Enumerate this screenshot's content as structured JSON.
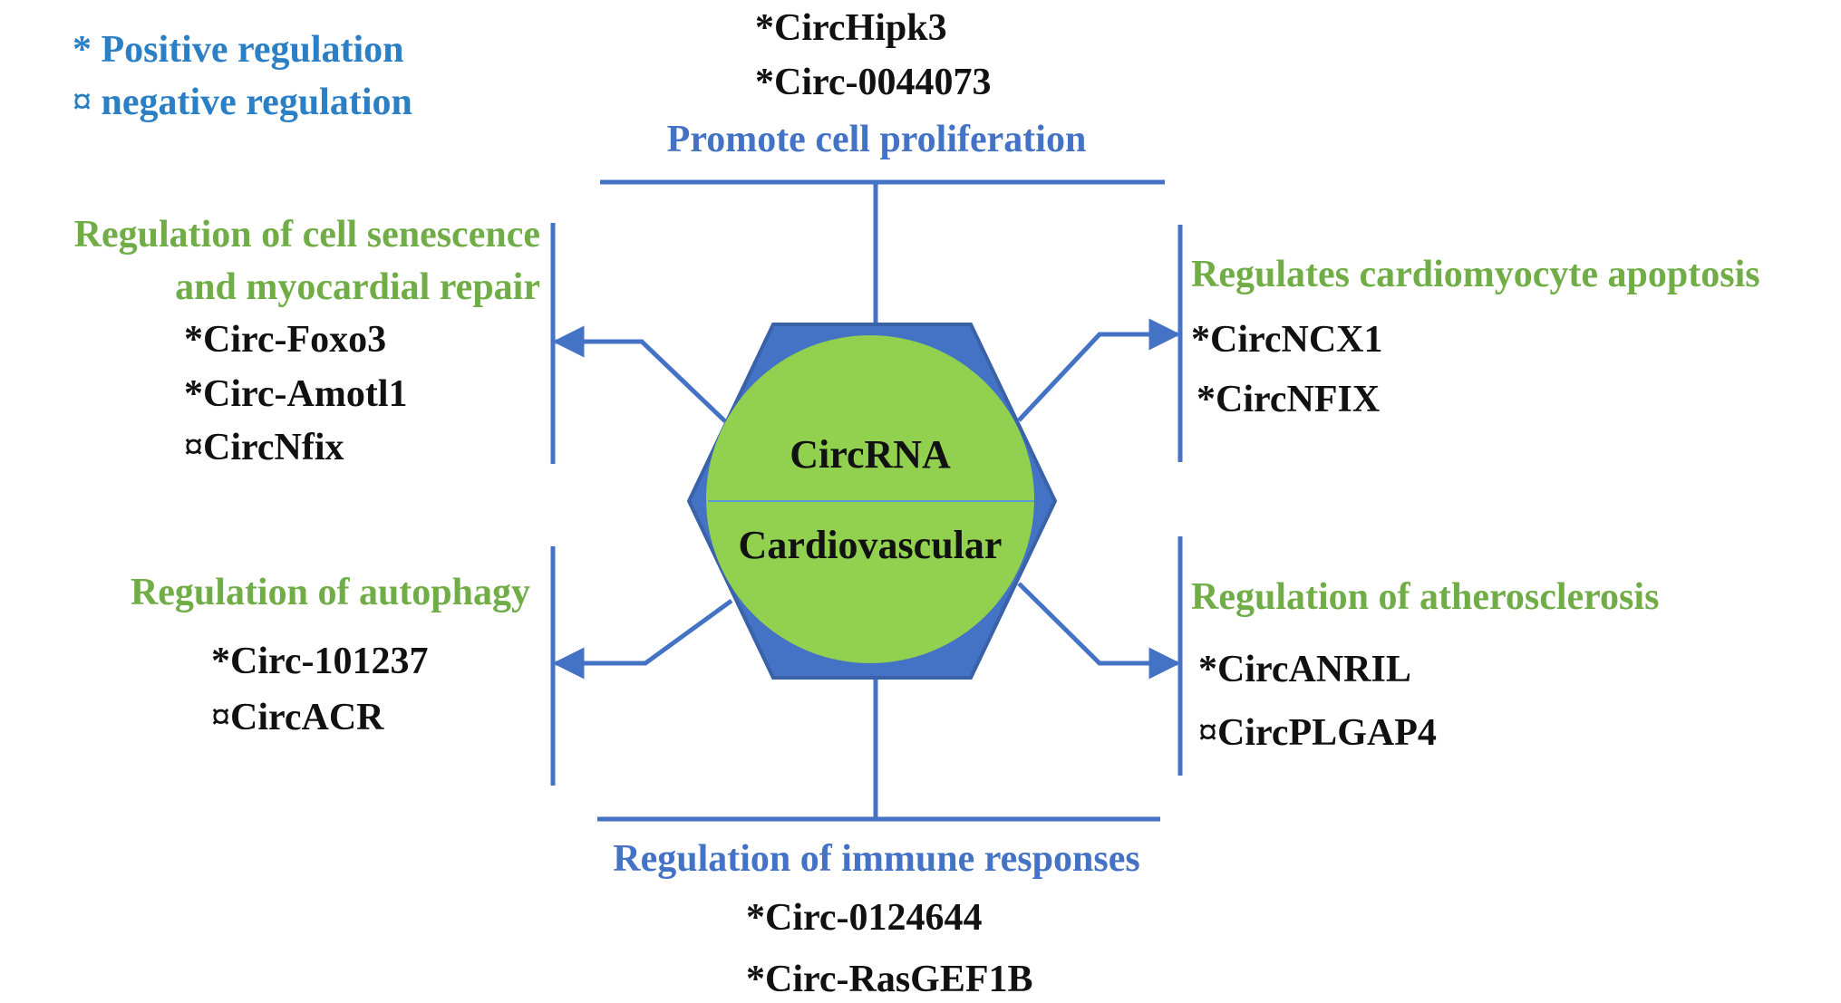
{
  "colors": {
    "legend_blue": "#2b7fc4",
    "title_blue": "#4472c4",
    "title_green": "#70ad47",
    "line_blue": "#4472c4",
    "hexagon_fill": "#4472c4",
    "circle_fill": "#92d050",
    "text_black": "#111111"
  },
  "legend": {
    "positive": "* Positive regulation",
    "negative": "¤ negative regulation"
  },
  "center": {
    "top_label": "CircRNA",
    "bottom_label": "Cardiovascular"
  },
  "groups": {
    "top": {
      "title": "Promote cell proliferation",
      "items": [
        "*CircHipk3",
        "*Circ-0044073"
      ]
    },
    "upper_left": {
      "title_lines": [
        "Regulation of cell senescence",
        "and myocardial repair"
      ],
      "items": [
        "*Circ-Foxo3",
        "*Circ-Amotl1",
        "¤CircNfix"
      ]
    },
    "upper_right": {
      "title": "Regulates cardiomyocyte apoptosis",
      "items": [
        "*CircNCX1",
        "*CircNFIX"
      ]
    },
    "lower_left": {
      "title": "Regulation of autophagy",
      "items": [
        "*Circ-101237",
        "¤CircACR"
      ]
    },
    "lower_right": {
      "title": "Regulation of atherosclerosis",
      "items": [
        "*CircANRIL",
        "¤CircPLGAP4"
      ]
    },
    "bottom": {
      "title": "Regulation of immune responses",
      "items": [
        "*Circ-0124644",
        "*Circ-RasGEF1B"
      ]
    }
  }
}
